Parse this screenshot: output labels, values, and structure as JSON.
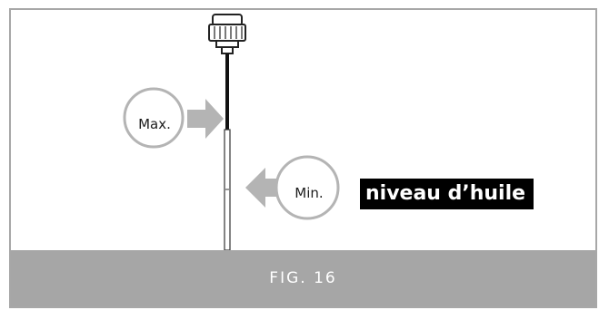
{
  "figure": {
    "max_label": "Max.",
    "min_label": "Min.",
    "oil_level_label": "niveau d’huile",
    "caption": "FIG. 16"
  },
  "colors": {
    "frame_border": "#a7a7a7",
    "caption_bar": "#a6a6a6",
    "callout_fill": "#b4b4b4",
    "label_background": "#000000"
  }
}
